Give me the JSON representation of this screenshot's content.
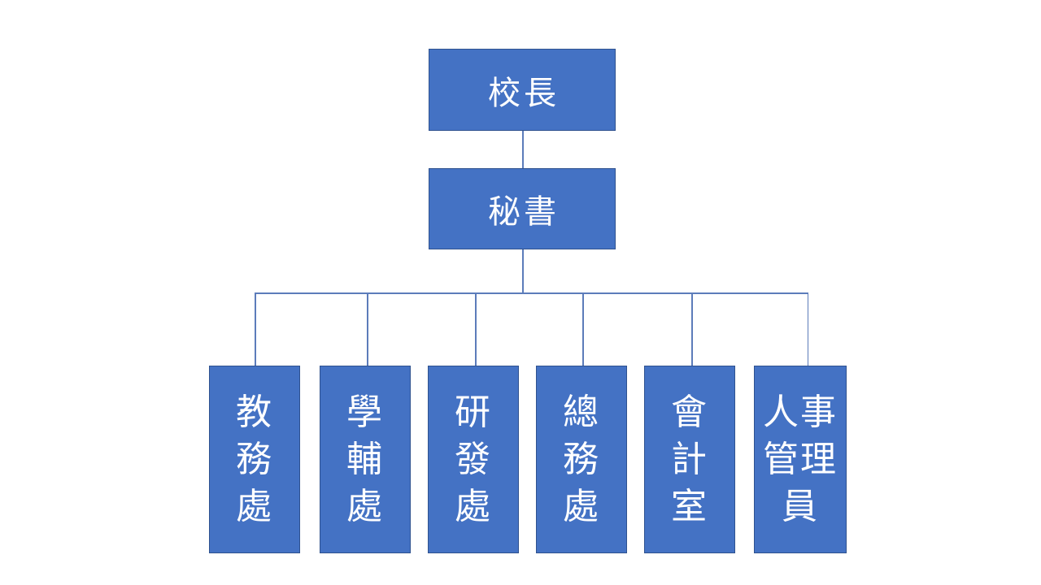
{
  "diagram": {
    "type": "org-chart",
    "background": "#ffffff",
    "colors": {
      "node_fill": "#4472c4",
      "node_border": "#2f528f",
      "connector": "#5c7cba",
      "text": "#ffffff"
    },
    "nodes": {
      "principal": {
        "label": "校長"
      },
      "secretary": {
        "label": "秘書"
      },
      "departments": [
        {
          "label": "教務處",
          "lines": [
            "教",
            "務",
            "處"
          ]
        },
        {
          "label": "學輔處",
          "lines": [
            "學",
            "輔",
            "處"
          ]
        },
        {
          "label": "研發處",
          "lines": [
            "研",
            "發",
            "處"
          ]
        },
        {
          "label": "總務處",
          "lines": [
            "總",
            "務",
            "處"
          ]
        },
        {
          "label": "會計室",
          "lines": [
            "會",
            "計",
            "室"
          ]
        },
        {
          "label": "人事管理員",
          "lines": [
            "人事",
            "管理",
            "員"
          ]
        }
      ]
    },
    "hierarchy": {
      "root": "校長",
      "edges": [
        {
          "from": "校長",
          "to": "秘書"
        },
        {
          "from": "秘書",
          "to": "教務處"
        },
        {
          "from": "秘書",
          "to": "學輔處"
        },
        {
          "from": "秘書",
          "to": "研發處"
        },
        {
          "from": "秘書",
          "to": "總務處"
        },
        {
          "from": "秘書",
          "to": "會計室"
        },
        {
          "from": "秘書",
          "to": "人事管理員"
        }
      ]
    }
  }
}
